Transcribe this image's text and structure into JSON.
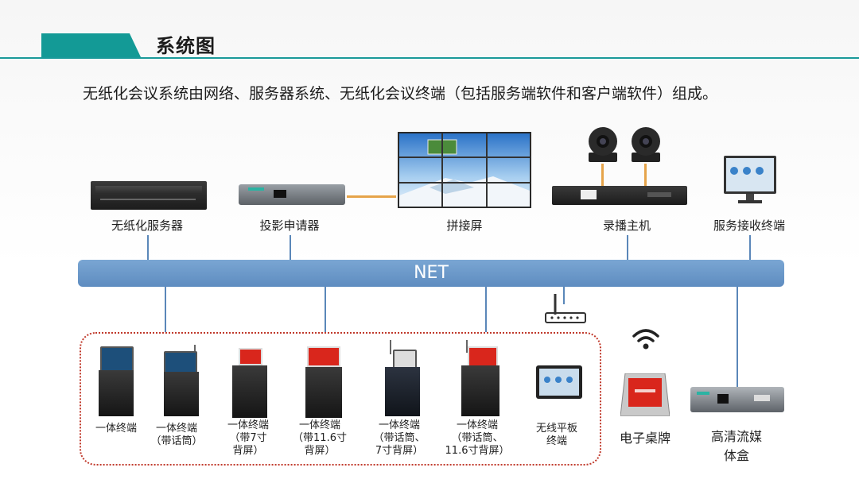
{
  "header": {
    "title": "系统图"
  },
  "description": "无纸化会议系统由网络、服务器系统、无纸化会议终端（包括服务端软件和客户端软件）组成。",
  "network": {
    "label": "NET"
  },
  "top_devices": [
    {
      "label": "无纸化服务器"
    },
    {
      "label": "投影申请器"
    },
    {
      "label": "拼接屏"
    },
    {
      "label": "录播主机"
    },
    {
      "label": "服务接收终端"
    }
  ],
  "terminals": [
    {
      "line1": "一体终端",
      "line2": "",
      "line3": ""
    },
    {
      "line1": "一体终端",
      "line2": "（带话筒）",
      "line3": ""
    },
    {
      "line1": "一体终端",
      "line2": "（带7寸",
      "line3": "背屏）"
    },
    {
      "line1": "一体终端",
      "line2": "（带11.6寸",
      "line3": "背屏）"
    },
    {
      "line1": "一体终端",
      "line2": "（带话筒、",
      "line3": "7寸背屏）"
    },
    {
      "line1": "一体终端",
      "line2": "（带话筒、",
      "line3": "11.6寸背屏）"
    },
    {
      "line1": "无线平板",
      "line2": "终端",
      "line3": ""
    }
  ],
  "extras": [
    {
      "label": "电子桌牌"
    },
    {
      "label": "高清流媒",
      "label2": "体盒"
    }
  ],
  "colors": {
    "accent": "#139a96",
    "net": "#6a97c8",
    "frame": "#c0392b",
    "link": "#e6a44a"
  }
}
